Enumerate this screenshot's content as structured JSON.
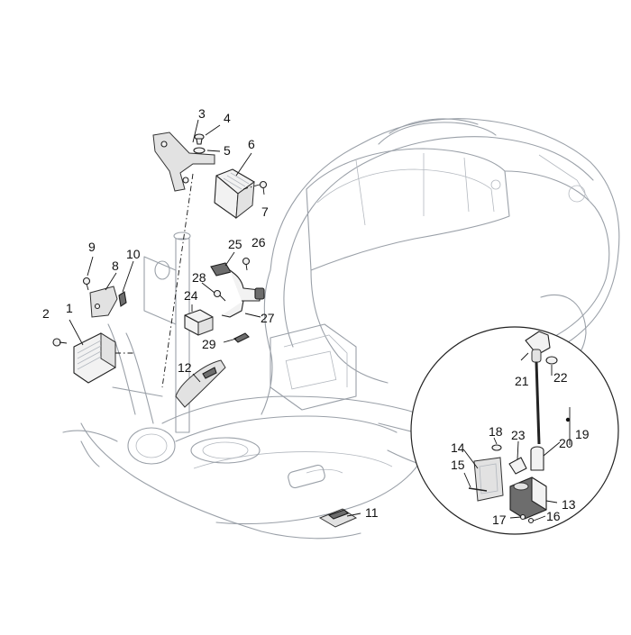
{
  "diagram": {
    "colors": {
      "outline": "#9aa0a8",
      "part_stroke": "#222222",
      "label": "#111111",
      "background": "#ffffff"
    },
    "callouts": [
      "1",
      "2",
      "3",
      "4",
      "5",
      "6",
      "7",
      "8",
      "9",
      "10",
      "11",
      "12",
      "13",
      "14",
      "15",
      "16",
      "17",
      "18",
      "19",
      "20",
      "21",
      "22",
      "23",
      "24",
      "25",
      "26",
      "27",
      "28",
      "29"
    ]
  }
}
